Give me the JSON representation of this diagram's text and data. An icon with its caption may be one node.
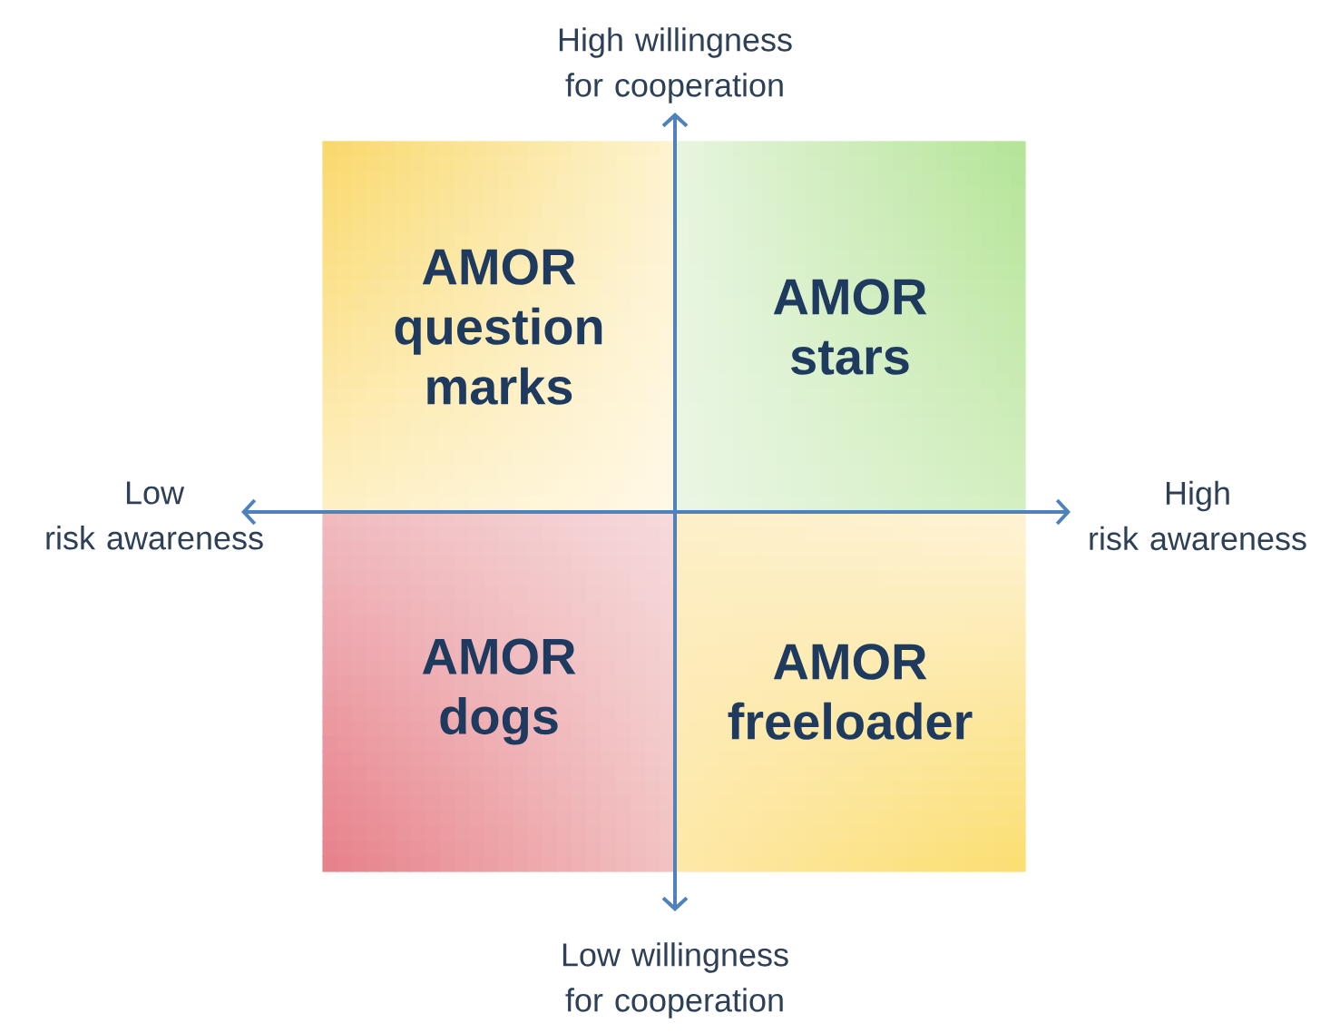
{
  "diagram": {
    "nodes": [
      {
        "text": [
          "AMOR question marks"
        ]
      },
      {
        "text": [
          "AMOR stars"
        ]
      },
      {
        "text": [
          "AMOR dogs"
        ]
      },
      {
        "text": [
          "AMOR freeloader"
        ]
      }
    ],
    "labels": [
      "High willingness for cooperation",
      "Low risk awareness",
      "High risk awareness",
      "Low willingness for cooperation"
    ]
  }
}
